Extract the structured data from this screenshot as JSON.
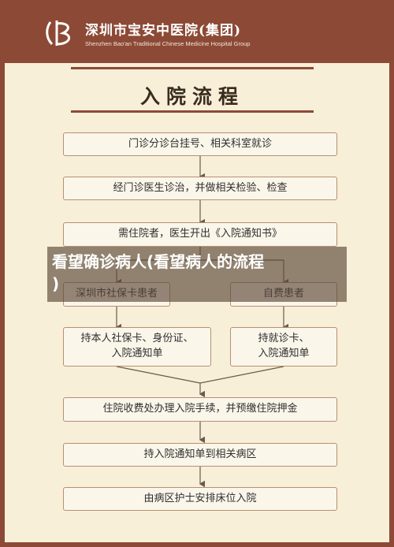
{
  "header": {
    "hospital_name": "深圳市宝安中医院(集团)",
    "hospital_name_en": "Shenzhen Bao'an Traditional Chinese Medicine Hospital Group",
    "brand_color": "#8c4a36"
  },
  "title": "入院流程",
  "steps": {
    "s1": "门诊分诊台挂号、相关科室就诊",
    "s2": "经门诊医生诊治，并做相关检验、检查",
    "s3": "需住院者，医生开出《入院通知书》",
    "s4": "深圳市社保卡患者",
    "s5": "自费患者",
    "s6": "持本人社保卡、身份证、\n入院通知单",
    "s7": "持就诊卡、\n入院通知单",
    "s8": "住院收费处办理入院手续，并预缴住院押金",
    "s9": "持入院通知单到相关病区",
    "s10": "由病区护士安排床位入院"
  },
  "overlay": {
    "caption": "看望确诊病人(看望病人的流程\n)"
  }
}
